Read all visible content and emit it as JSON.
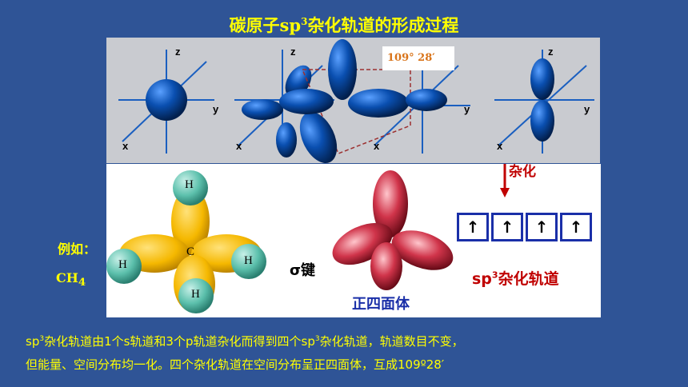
{
  "title": {
    "pre": "碳原子sp",
    "sup": "3",
    "post": "杂化轨道的形成过程"
  },
  "angle_label": "109° 28′",
  "axes": {
    "z": "z",
    "y": "y",
    "x": "x"
  },
  "example_label": "例如：",
  "example_formula": {
    "main": "CH",
    "sub": "4"
  },
  "atom_labels": {
    "H": "H",
    "C": "C"
  },
  "sigma_bond": "σ键",
  "tetrahedron_label": "正四面体",
  "hybridization_label": "杂化",
  "orbital_boxes": [
    "↑",
    "↑",
    "↑",
    "↑"
  ],
  "sp3_label": {
    "pre": "sp",
    "sup": "3",
    "post": "杂化轨道"
  },
  "description": {
    "line1_a": "sp",
    "line1_sup1": "3",
    "line1_b": "杂化轨道由1个s轨道和3个p轨道杂化而得到四个sp",
    "line1_sup2": "3",
    "line1_c": "杂化轨道，轨道数目不变，",
    "line2": "但能量、空间分布均一化。四个杂化轨道在空间分布呈正四面体，互成109º28′"
  }
}
